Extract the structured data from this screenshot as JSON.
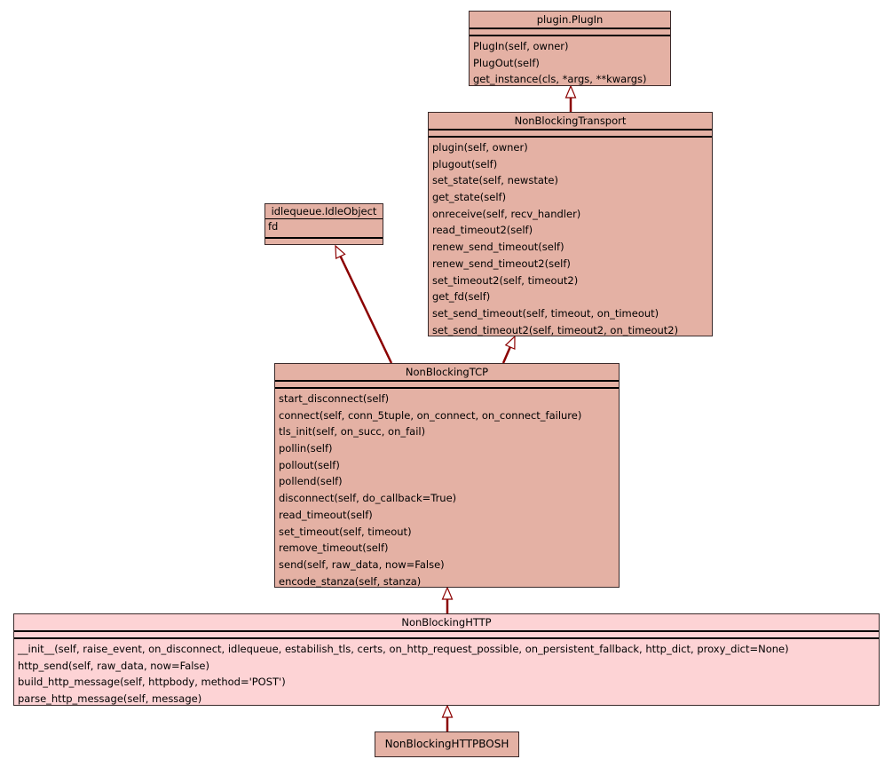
{
  "diagram": {
    "type": "uml-class-inheritance",
    "colors": {
      "class_fill": "#e4b1a4",
      "highlight_fill": "#fdd3d5",
      "edge": "#8b0000",
      "border": "#3a2a2a"
    },
    "classes": {
      "plugin": {
        "name": "plugin.PlugIn",
        "attributes": [],
        "operations": [
          "PlugIn(self, owner)",
          "PlugOut(self)",
          "get_instance(cls, *args, **kwargs)"
        ]
      },
      "transport": {
        "name": "NonBlockingTransport",
        "attributes": [],
        "operations": [
          "plugin(self, owner)",
          "plugout(self)",
          "set_state(self, newstate)",
          "get_state(self)",
          "onreceive(self, recv_handler)",
          "read_timeout2(self)",
          "renew_send_timeout(self)",
          "renew_send_timeout2(self)",
          "set_timeout2(self, timeout2)",
          "get_fd(self)",
          "set_send_timeout(self, timeout, on_timeout)",
          "set_send_timeout2(self, timeout2, on_timeout2)"
        ]
      },
      "idle": {
        "name": "idlequeue.IdleObject",
        "attributes": [
          "fd"
        ],
        "operations": []
      },
      "tcp": {
        "name": "NonBlockingTCP",
        "attributes": [],
        "operations": [
          "start_disconnect(self)",
          "connect(self, conn_5tuple, on_connect, on_connect_failure)",
          "tls_init(self, on_succ, on_fail)",
          "pollin(self)",
          "pollout(self)",
          "pollend(self)",
          "disconnect(self, do_callback=True)",
          "read_timeout(self)",
          "set_timeout(self, timeout)",
          "remove_timeout(self)",
          "send(self, raw_data, now=False)",
          "encode_stanza(self, stanza)"
        ]
      },
      "http": {
        "name": "NonBlockingHTTP",
        "attributes": [],
        "operations": [
          "__init__(self, raise_event, on_disconnect, idlequeue, estabilish_tls, certs, on_http_request_possible, on_persistent_fallback, http_dict, proxy_dict=None)",
          "http_send(self, raw_data, now=False)",
          "build_http_message(self, httpbody, method='POST')",
          "parse_http_message(self, message)"
        ]
      },
      "bosh": {
        "name": "NonBlockingHTTPBOSH",
        "attributes": [],
        "operations": []
      }
    },
    "edges": [
      {
        "from": "NonBlockingTransport",
        "to": "plugin.PlugIn",
        "kind": "inherits"
      },
      {
        "from": "NonBlockingTCP",
        "to": "idlequeue.IdleObject",
        "kind": "inherits"
      },
      {
        "from": "NonBlockingTCP",
        "to": "NonBlockingTransport",
        "kind": "inherits"
      },
      {
        "from": "NonBlockingHTTP",
        "to": "NonBlockingTCP",
        "kind": "inherits"
      },
      {
        "from": "NonBlockingHTTPBOSH",
        "to": "NonBlockingHTTP",
        "kind": "inherits"
      }
    ]
  }
}
